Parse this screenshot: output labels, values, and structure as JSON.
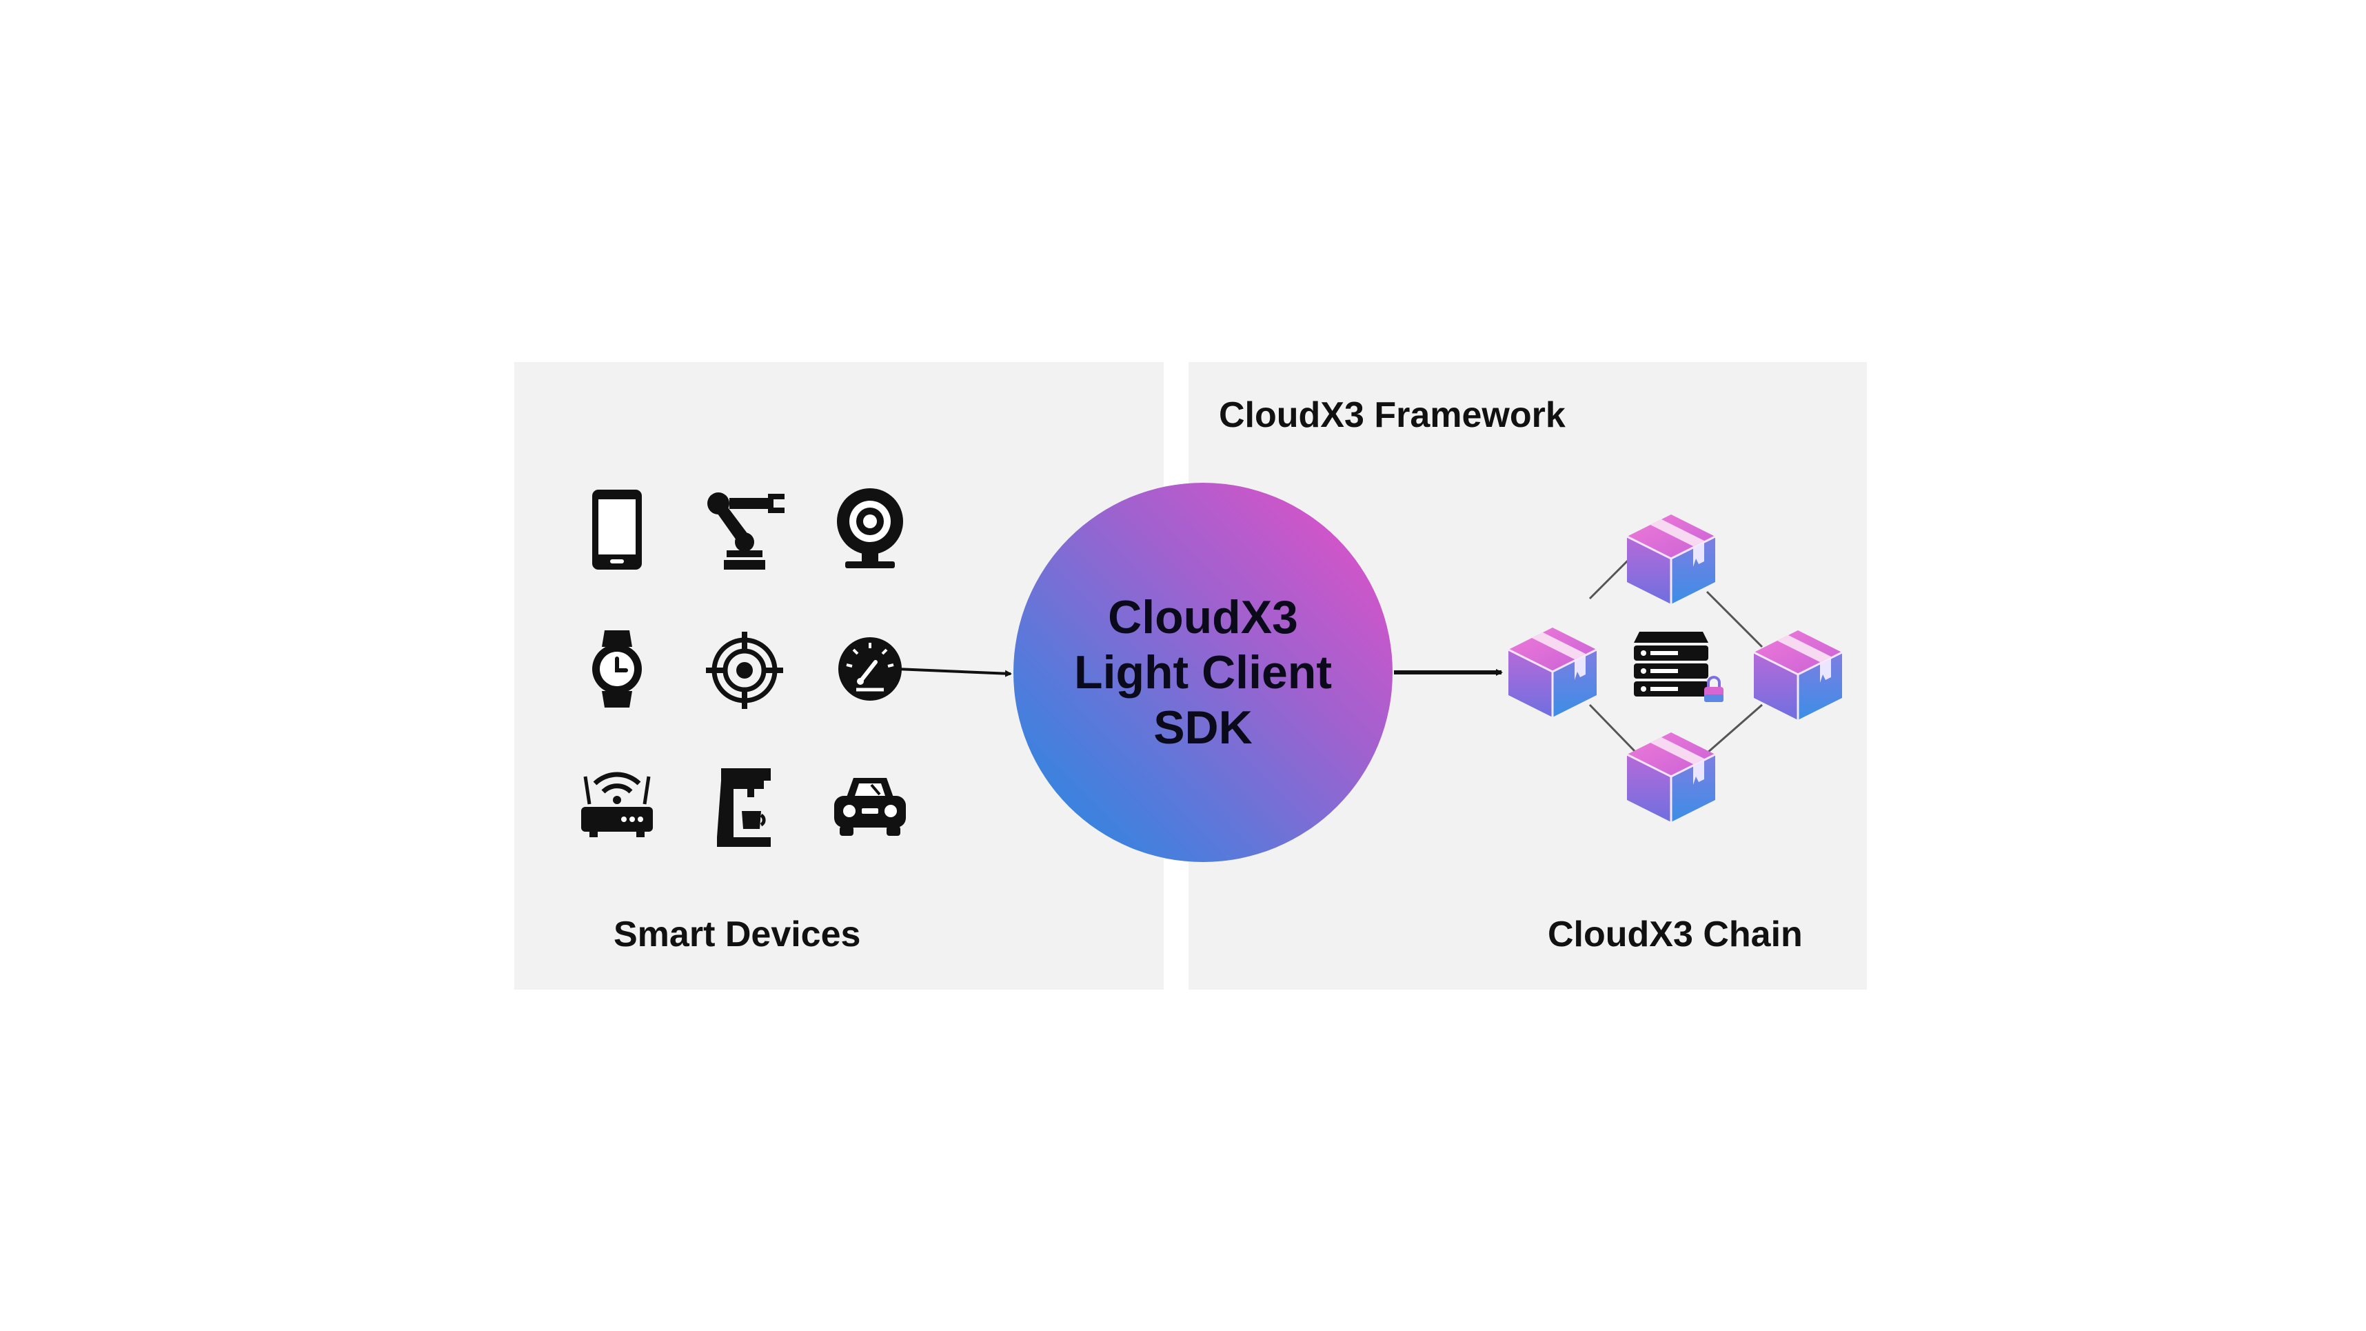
{
  "framework": {
    "title": "CloudX3 Framework"
  },
  "devices": {
    "label": "Smart Devices",
    "icons": [
      "smartphone-icon",
      "robot-arm-icon",
      "webcam-icon",
      "smartwatch-icon",
      "target-icon",
      "gauge-icon",
      "wifi-router-icon",
      "coffee-machine-icon",
      "car-icon"
    ]
  },
  "sdk": {
    "label": "CloudX3\nLight Client\nSDK",
    "gradient": [
      "#ea4fc6",
      "#1f8be3"
    ]
  },
  "chain": {
    "label": "CloudX3 Chain",
    "icons": [
      "block-cube-icon",
      "server-lock-icon"
    ]
  },
  "colors": {
    "panel": "#f2f2f2",
    "cube_top": "#e56ad8",
    "cube_left": "#8a6ee0",
    "cube_right": "#4f8fe6"
  }
}
